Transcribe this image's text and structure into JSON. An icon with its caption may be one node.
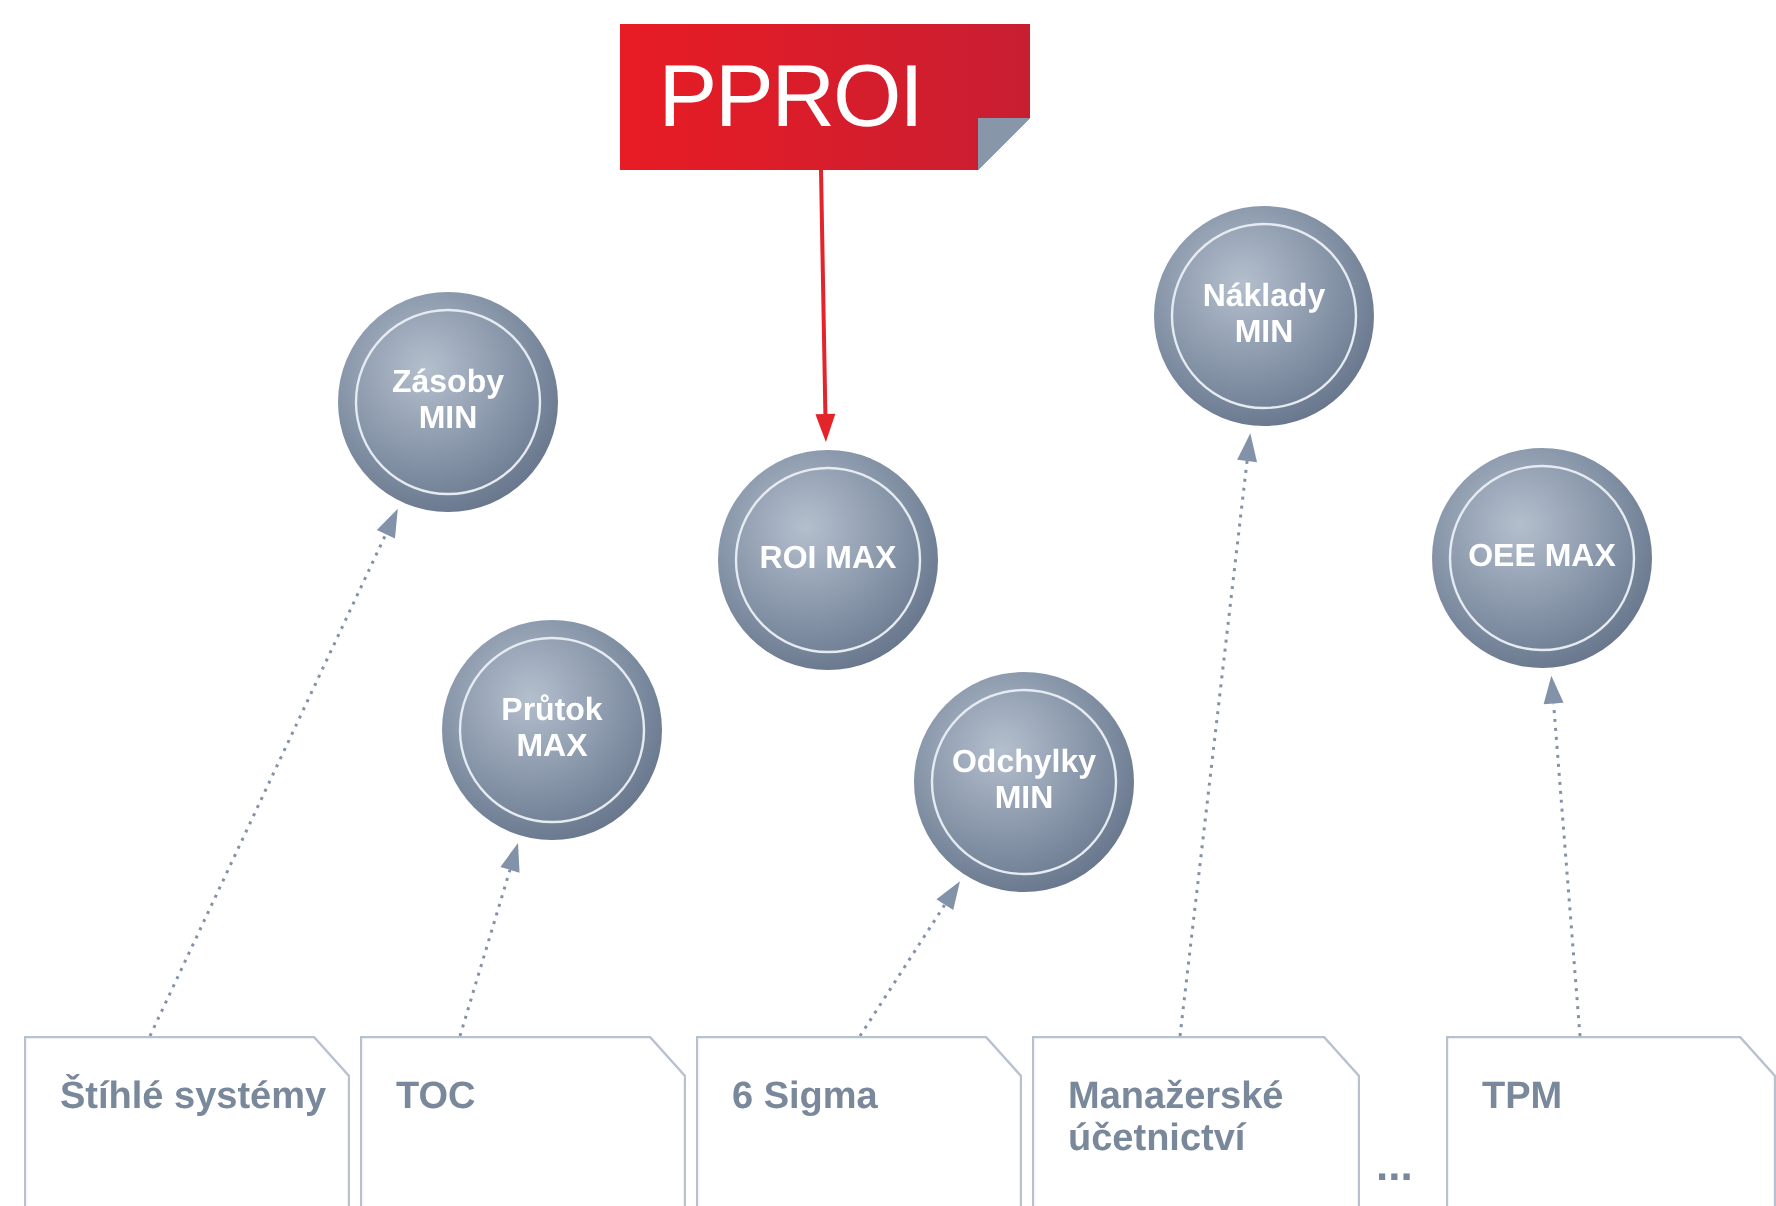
{
  "diagram": {
    "nodes": [
      {
        "text": [
          "PPROI"
        ]
      },
      {
        "text": [
          "Zásoby MIN"
        ]
      },
      {
        "text": [
          "ROI MAX"
        ]
      },
      {
        "text": [
          "Průtok MAX"
        ]
      },
      {
        "text": [
          "Odchylky MIN"
        ]
      },
      {
        "text": [
          "Náklady MIN"
        ]
      },
      {
        "text": [
          "OEE MAX"
        ]
      },
      {
        "text": [
          "Štíhlé systémy"
        ]
      },
      {
        "text": [
          "TOC"
        ]
      },
      {
        "text": [
          "6 Sigma"
        ]
      },
      {
        "text": [
          "Manažerské účetnictví"
        ]
      },
      {
        "text": [
          "TPM"
        ]
      }
    ],
    "edges": [
      {
        "from": 0,
        "to": 2,
        "arrow": "to",
        "color": "#e3242b"
      },
      {
        "from": 7,
        "to": 1,
        "arrow": "to",
        "style": "dashed"
      },
      {
        "from": 8,
        "to": 3,
        "arrow": "to",
        "style": "dashed"
      },
      {
        "from": 9,
        "to": 4,
        "arrow": "to",
        "style": "dashed"
      },
      {
        "from": 10,
        "to": 5,
        "arrow": "to",
        "style": "dashed"
      },
      {
        "from": 11,
        "to": 6,
        "arrow": "to",
        "style": "dashed"
      }
    ],
    "labels": [
      "..."
    ]
  }
}
